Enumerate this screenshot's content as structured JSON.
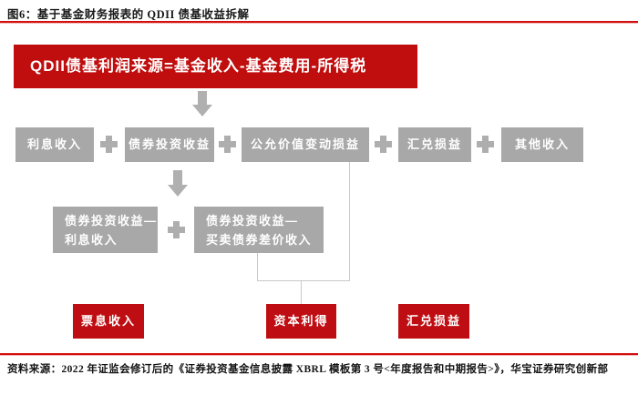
{
  "figure": {
    "title": "图6：基于基金财务报表的 QDII 债基收益拆解"
  },
  "banner": {
    "text": "QDII债基利润来源=基金收入-基金费用-所得税"
  },
  "income_row": {
    "items": [
      "利息收入",
      "债券投资收益",
      "公允价值变动损益",
      "汇兑损益",
      "其他收入"
    ],
    "operator": "plus"
  },
  "breakdown_row": {
    "interest_box": {
      "line1": "债券投资收益—",
      "line2": "利息收入"
    },
    "trading_box": {
      "line1": "债券投资收益—",
      "line2": "买卖债券差价收入"
    }
  },
  "result_row": {
    "items": [
      "票息收入",
      "资本利得",
      "汇兑损益"
    ]
  },
  "source": {
    "text": "资料来源：2022 年证监会修订后的《证券投资基金信息披露 XBRL 模板第 3 号<年度报告和中期报告>》，华宝证券研究创新部"
  },
  "colors": {
    "banner_red": "#c00d0d",
    "result_red": "#bf0e13",
    "rule_red": "#d40f0f",
    "box_gray": "#a8a8a8",
    "connector_gray": "#c9c9c9"
  }
}
